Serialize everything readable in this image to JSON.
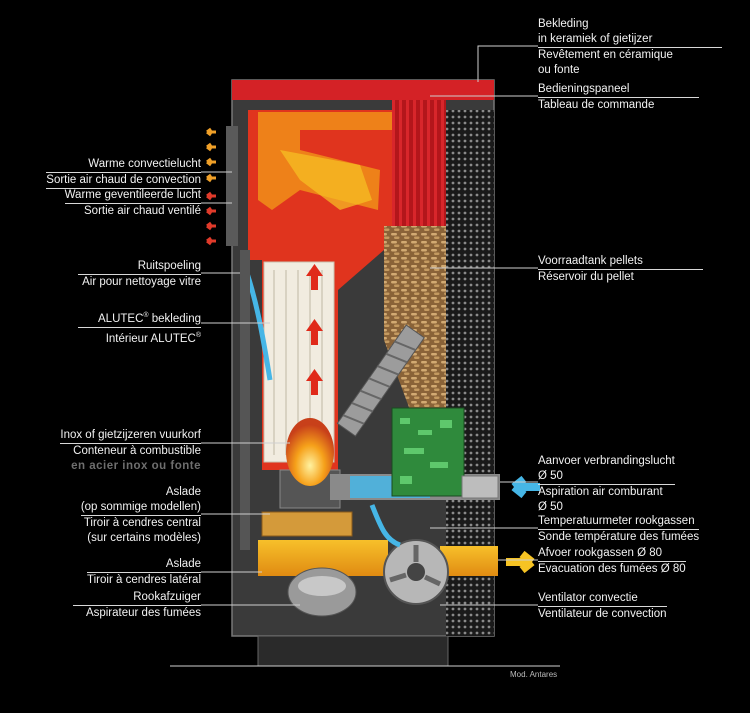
{
  "labels_right": {
    "bekleding": [
      "Bekleding",
      "in keramiek of gietijzer",
      "Revêtement en céramique",
      "ou fonte"
    ],
    "bedieningspaneel": [
      "Bedieningspaneel",
      "Tableau de commande"
    ],
    "voorraadtank": [
      "Voorraadtank pellets",
      "Réservoir du pellet"
    ],
    "aanvoer": [
      "Aanvoer verbrandingslucht",
      "Ø 50",
      "Aspiration air comburant",
      "Ø 50"
    ],
    "temperatuurmeter": [
      "Temperatuurmeter rookgassen",
      "Sonde température des fumées"
    ],
    "afvoer": [
      "Afvoer rookgassen Ø 80",
      "Evacuation des fumées Ø 80"
    ],
    "ventilator": [
      "Ventilator convectie",
      "Ventilateur de convection"
    ]
  },
  "labels_left": {
    "warme_convectie": [
      "Warme convectielucht",
      "Sortie air chaud de convection"
    ],
    "warme_geventileerde": [
      "Warme geventileerde lucht",
      "Sortie air chaud ventilé"
    ],
    "ruitspoeling": [
      "Ruitspoeling",
      "Air pour nettoyage vitre"
    ],
    "alutec": [
      "ALUTEC",
      "bekleding",
      "Intérieur ALUTEC"
    ],
    "alutec_reg": "®",
    "vuurkorf": [
      "Inox of gietzijzeren vuurkorf",
      "Conteneur à combustible",
      "en acier inox ou fonte"
    ],
    "aslade_central": [
      "Aslade",
      "(op sommige modellen)",
      "Tiroir à cendres central",
      "(sur certains modèles)"
    ],
    "aslade_lateral": [
      "Aslade",
      "Tiroir à cendres latéral"
    ],
    "rookafzuiger": [
      "Rookafzuiger",
      "Aspirateur des fumées"
    ]
  },
  "model": "Mod. Antares",
  "colors": {
    "red": "#c81e22",
    "orange": "#f08a18",
    "yellow": "#f6c323",
    "blue": "#46b6e6",
    "green": "#2f8a3c",
    "pellet": "#b08650",
    "grey_panel": "#4a4a4a"
  }
}
